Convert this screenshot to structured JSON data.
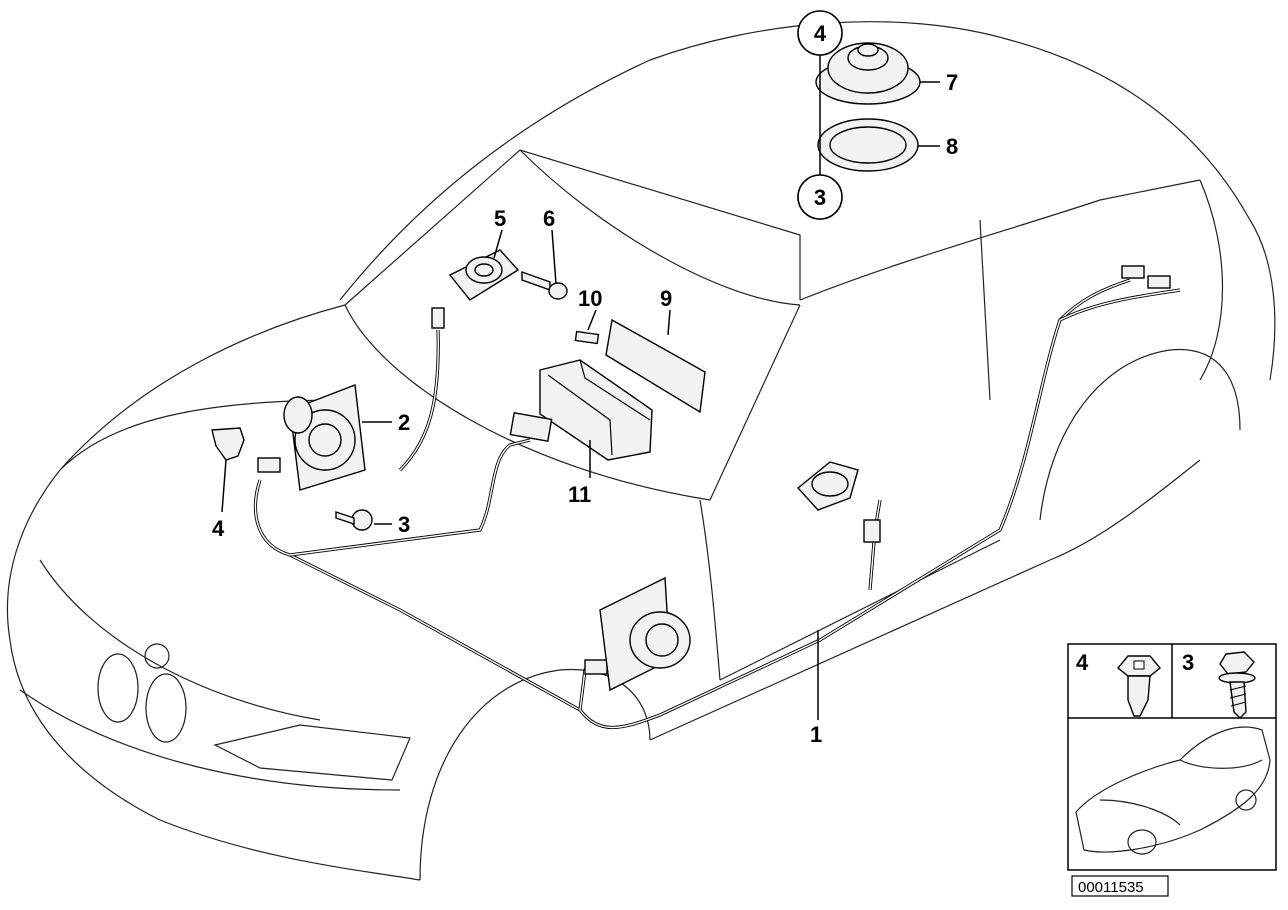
{
  "diagram": {
    "callouts": {
      "c1": "1",
      "c2": "2",
      "c3_front": "3",
      "c4_front": "4",
      "c5": "5",
      "c6": "6",
      "c7": "7",
      "c8": "8",
      "c9": "9",
      "c10": "10",
      "c11": "11",
      "c4_circled": "4",
      "c3_circled": "3"
    },
    "inset": {
      "label_clip": "4",
      "label_screw": "3"
    },
    "document_id": "00011535"
  }
}
